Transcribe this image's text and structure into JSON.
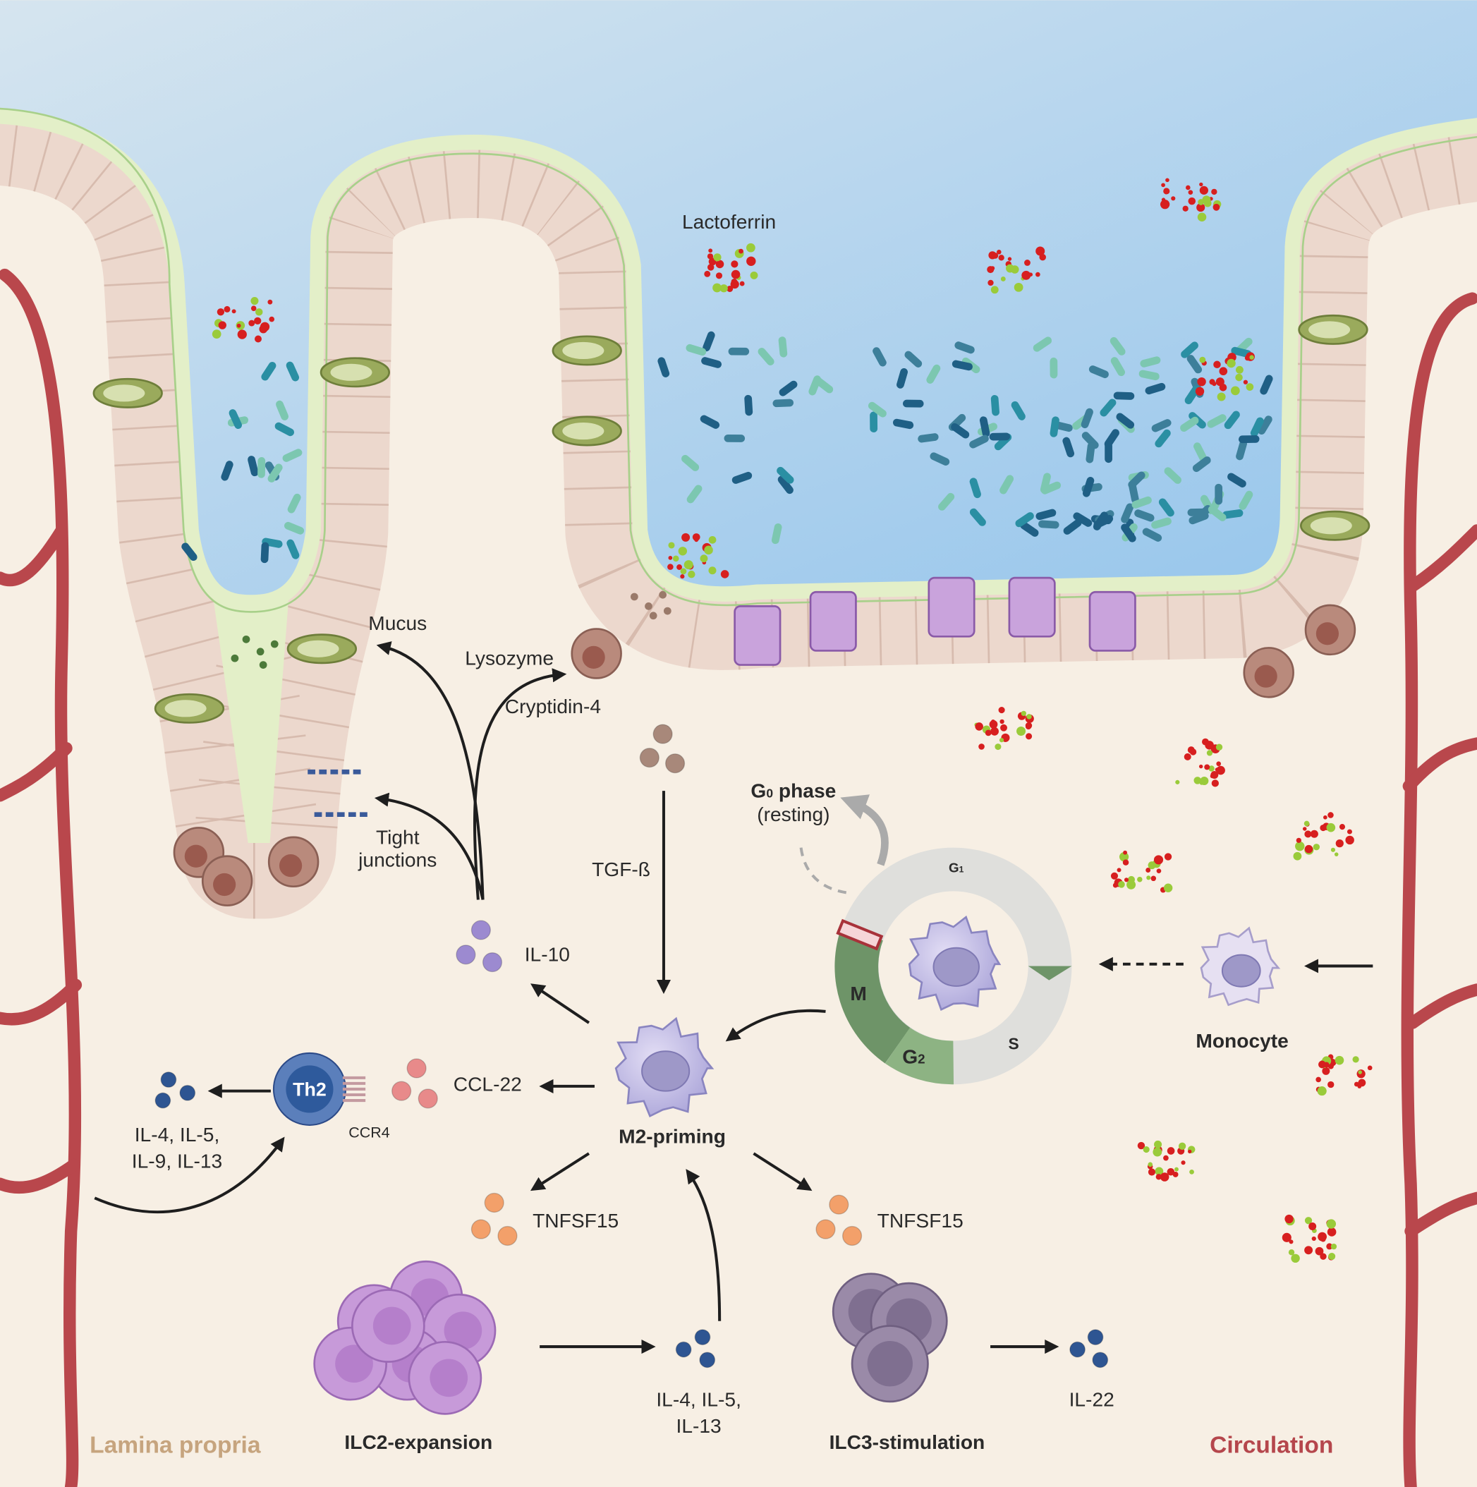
{
  "labels": {
    "lactoferrin": "Lactoferrin",
    "mucus": "Mucus",
    "lysozyme": "Lysozyme",
    "cryptidin": "Cryptidin-4",
    "tight_junctions_1": "Tight",
    "tight_junctions_2": "junctions",
    "tgf_beta": "TGF-ß",
    "il10": "IL-10",
    "g0_phase": "G",
    "g0_sub": "0",
    "g0_phase_rest": " phase",
    "resting": "(resting)",
    "g1": "G",
    "g1_sub": "1",
    "s": "S",
    "m": "M",
    "g2": "G",
    "g2_sub": "2",
    "monocyte": "Monocyte",
    "ccl22": "CCL-22",
    "th2": "Th2",
    "ccr4": "CCR4",
    "th2_cytokines_1": "IL-4, IL-5,",
    "th2_cytokines_2": "IL-9, IL-13",
    "m2_priming": "M2-priming",
    "tnfsf15_left": "TNFSF15",
    "tnfsf15_right": "TNFSF15",
    "ilc2_cytokines_1": "IL-4, IL-5,",
    "ilc2_cytokines_2": "IL-13",
    "il22": "IL-22",
    "lamina_propria": "Lamina propria",
    "ilc2_expansion": "ILC2-expansion",
    "ilc3_stimulation": "ILC3-stimulation",
    "circulation": "Circulation"
  },
  "colors": {
    "background": "#f7efe4",
    "lumen_light": "#d3e4ef",
    "lumen_dark": "#98c6ec",
    "mucus": "#e3efc8",
    "epithelium": "#ecd8cd",
    "vessel": "#b9474c",
    "lamina_propria": "#c6a47e",
    "circulation": "#b5464c",
    "m_phase": "#6e9468",
    "g2_phase": "#8db383",
    "cycle_ring": "#dfdfdc"
  }
}
